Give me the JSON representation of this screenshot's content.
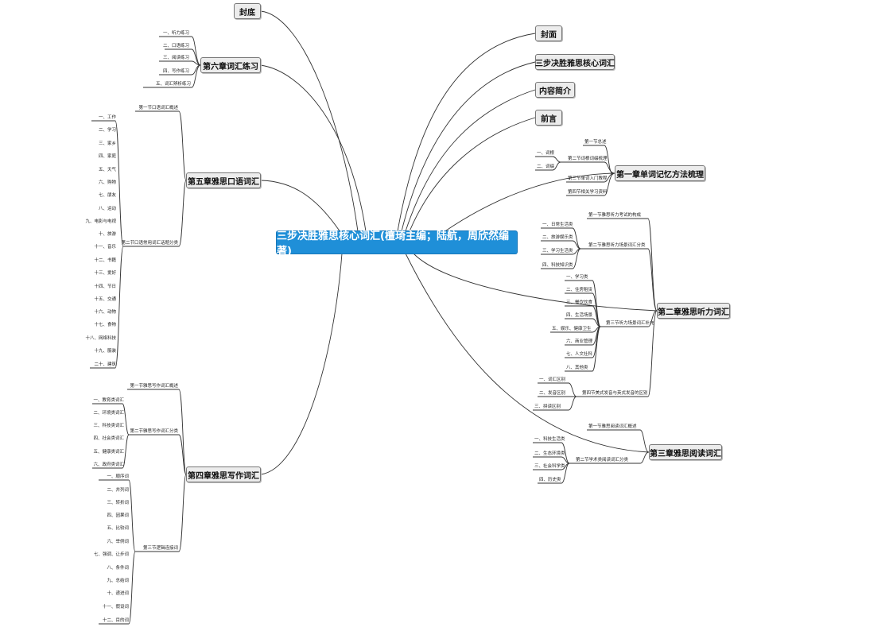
{
  "root": "三步决胜雅思核心词汇(檀琦主编；陆航，周欣然编著)",
  "right": {
    "cover": "封面",
    "title": "三步决胜雅思核心词汇",
    "intro": "内容简介",
    "preface": "前言",
    "ch1": {
      "label": "第一章单词记忆方法梳理",
      "s1": "第一节总述",
      "s2": "第二节词根词缀梳理",
      "s2_items": [
        "一、词根",
        "二、词缀"
      ],
      "s3": "第三节单词入门教程",
      "s4": "第四节相关学习资料"
    },
    "ch2": {
      "label": "第二章雅思听力词汇",
      "s1": "第一节雅思听力考试的构成",
      "s2": "第二节雅思听力场景词汇分类",
      "s2_items": [
        "一、日常生活类",
        "二、旅游娱乐类",
        "三、学习生活类",
        "四、科技知识类"
      ],
      "s3": "第三节听力场景词汇补充",
      "s3_items": [
        "一、学习类",
        "二、住房租赁",
        "三、餐饮饮食",
        "四、生活场景",
        "五、娱乐、健康卫生",
        "六、商业管理",
        "七、人文社科",
        "八、其他类"
      ],
      "s4": "第四节美式发音与英式发音的区别",
      "s4_items": [
        "一、词汇区别",
        "二、发音区别",
        "三、拼读区别"
      ]
    },
    "ch3": {
      "label": "第三章雅思阅读词汇",
      "s1": "第一节雅思阅读词汇概述",
      "s2": "第二节学术类阅读词汇分类",
      "s2_items": [
        "一、科技生活类",
        "二、生态环境类",
        "三、社会科学类",
        "四、历史类"
      ]
    }
  },
  "left": {
    "cover": "封底",
    "ch6": {
      "label": "第六章词汇练习",
      "items": [
        "一、听力练习",
        "二、口语练习",
        "三、阅读练习",
        "四、写作练习",
        "五、词汇辨析练习"
      ]
    },
    "ch5": {
      "label": "第五章雅思口语词汇",
      "s1": "第一节口语词汇概述",
      "s2": "第二节口语常用词汇话题分类",
      "items": [
        "一、工作",
        "二、学习",
        "三、家乡",
        "四、家庭",
        "五、天气",
        "六、购物",
        "七、朋友",
        "八、运动",
        "九、电影与电视",
        "十、旅游",
        "十一、音乐",
        "十二、书籍",
        "十三、爱好",
        "十四、节日",
        "十五、交通",
        "十六、动物",
        "十七、食物",
        "十八、网络科技",
        "十九、服装",
        "二十、建筑"
      ]
    },
    "ch4": {
      "label": "第四章雅思写作词汇",
      "s1": "第一节雅思写作词汇概述",
      "s2": "第二节雅思写作词汇分类",
      "s2_items": [
        "一、教育类词汇",
        "二、环境类词汇",
        "三、科技类词汇",
        "四、社会类词汇",
        "五、健康类词汇",
        "六、政府类词汇"
      ],
      "s3": "第三节逻辑连接词",
      "s3_items": [
        "一、顺序词",
        "二、并列词",
        "三、转折词",
        "四、因果词",
        "五、比较词",
        "六、举例词",
        "七、强调、让步词",
        "八、条件词",
        "九、总结词",
        "十、递进词",
        "十一、假设词",
        "十二、目的词"
      ]
    }
  }
}
